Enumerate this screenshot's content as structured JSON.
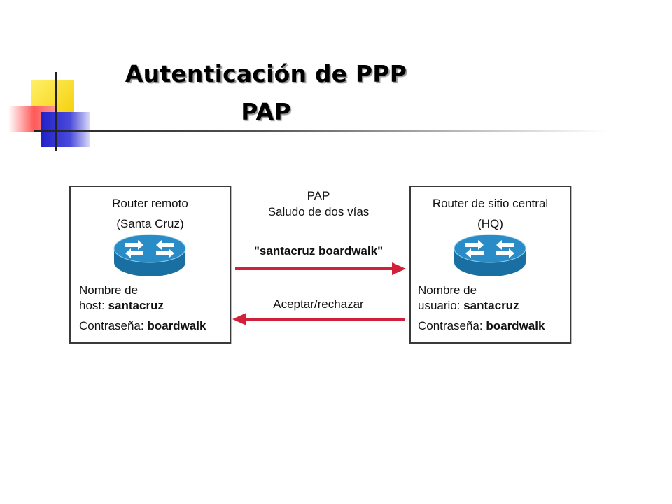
{
  "title": {
    "line1": "Autenticación de PPP",
    "line2": "PAP"
  },
  "colors": {
    "arrow": "#d0203a",
    "router": "#1e7fb4",
    "title_shadow": "#9a9a9a"
  },
  "remote_router": {
    "name_line1": "Router remoto",
    "name_line2": "(Santa Cruz)",
    "hostname_label_line1": "Nombre de",
    "hostname_label_line2": "host: ",
    "hostname_value": "santacruz",
    "password_label": "Contraseña: ",
    "password_value": "boardwalk",
    "icon": "router-icon"
  },
  "central_router": {
    "name_line1": "Router de sitio central",
    "name_line2": "(HQ)",
    "username_label_line1": "Nombre de",
    "username_label_line2": "usuario: ",
    "username_value": "santacruz",
    "password_label": "Contraseña: ",
    "password_value": "boardwalk",
    "icon": "router-icon"
  },
  "exchange": {
    "protocol": "PAP",
    "handshake": "Saludo de dos vías",
    "credentials_message": "\"santacruz boardwalk\"",
    "response_message": "Aceptar/rechazar"
  }
}
